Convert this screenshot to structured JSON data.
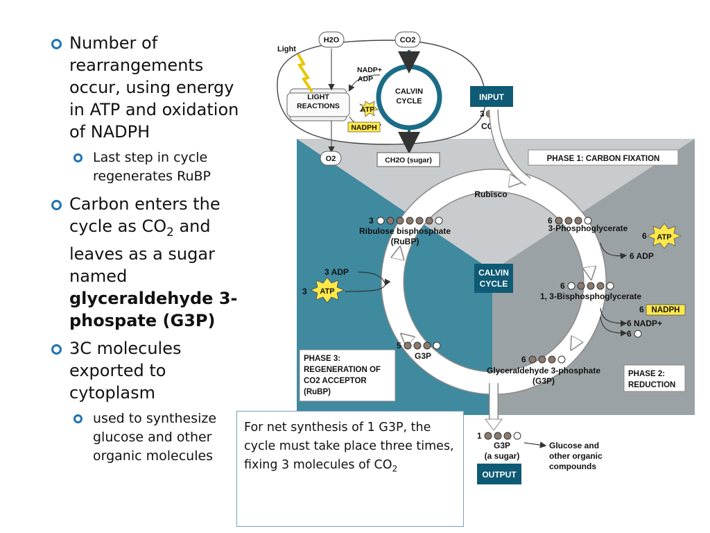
{
  "bullets": {
    "b1": "Number of rearrangements occur, using energy in ATP and oxidation of NADPH",
    "b1_sub": "Last step in cycle regenerates RuBP",
    "b2_pre": "Carbon enters the cycle as CO",
    "b2_sub_num": "2",
    "b2_mid": " and leaves as a sugar named ",
    "b2_bold": "glyceraldehyde 3-phospate (G3P)",
    "b3": "3C molecules exported to cytoplasm",
    "b3_sub": "used to synthesize glucose and other organic molecules"
  },
  "diagram": {
    "light": "Light",
    "h2o": "H2O",
    "co2": "CO2",
    "nadp_plus": "NADP+",
    "adp": "ADP",
    "light_reactions_1": "LIGHT",
    "light_reactions_2": "REACTIONS",
    "calvin_1": "CALVIN",
    "calvin_2": "CYCLE",
    "atp": "ATP",
    "nadph": "NADPH",
    "o2": "O2",
    "ch2o": "CH2O (sugar)",
    "input": "INPUT",
    "input_count": "3",
    "input_co2": "CO2",
    "phase1": "PHASE 1: CARBON FIXATION",
    "rubisco": "Rubisco",
    "rubp_count": "3",
    "rubp_1": "Ribulose bisphosphate",
    "rubp_2": "(RuBP)",
    "pga_count": "6",
    "pga": "3-Phosphoglycerate",
    "atp6_count": "6",
    "adp6": "6 ADP",
    "center_1": "CALVIN",
    "center_2": "CYCLE",
    "adp3": "3 ADP",
    "atp3_count": "3",
    "bpg_count": "6",
    "bpg": "1, 3-Bisphosphoglycerate",
    "nadph6_count": "6",
    "nadp6": "6 NADP+",
    "pi6": "6",
    "g3p5_count": "5",
    "g3p5": "G3P",
    "g3p6_count": "6",
    "g3p6_1": "Glyceraldehyde 3-phosphate",
    "g3p6_2": "(G3P)",
    "phase3_1": "PHASE 3:",
    "phase3_2": "REGENERATION OF",
    "phase3_3": "CO2 ACCEPTOR",
    "phase3_4": "(RuBP)",
    "phase2_1": "PHASE 2:",
    "phase2_2": "REDUCTION",
    "out_count": "1",
    "out_g3p": "G3P",
    "out_sugar": "(a sugar)",
    "output": "OUTPUT",
    "glucose_1": "Glucose and",
    "glucose_2": "other organic",
    "glucose_3": "compounds"
  },
  "note": {
    "text": "For net synthesis of 1 G3P, the cycle must take place three times, fixing 3 molecules of CO",
    "sub": "2"
  },
  "colors": {
    "bullet": "#1e73b4",
    "teal_dark": "#2f7d93",
    "teal_mid": "#5fa3b6",
    "gray_light": "#c9ccce",
    "gray_right": "#9ba2a6",
    "atp_yellow": "#ffe84a",
    "phase_label": "#0f5a74"
  }
}
